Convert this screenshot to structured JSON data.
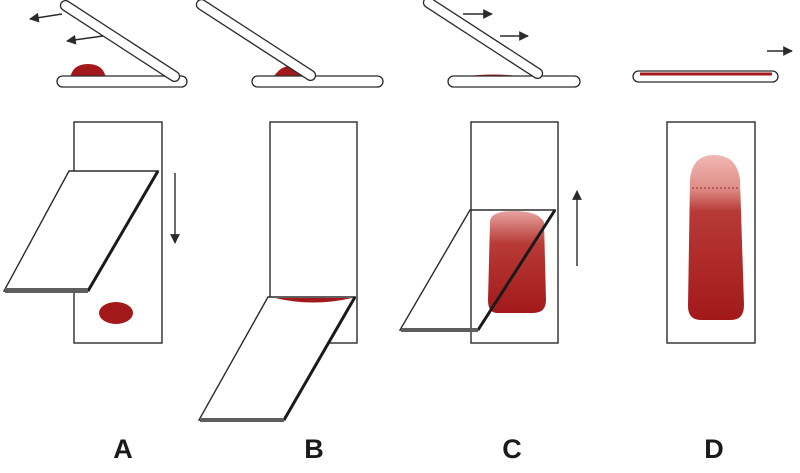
{
  "panels": [
    {
      "label": "A"
    },
    {
      "label": "B"
    },
    {
      "label": "C"
    },
    {
      "label": "D"
    }
  ],
  "colors": {
    "outline": "#2b2b2b",
    "blood": "#a3191b",
    "blood_light": "#e6a4a0",
    "spreader_edge": "#555555",
    "background": "#ffffff"
  },
  "icons": {
    "arrow": "arrow-icon",
    "blood_drop": "blood-drop-icon"
  }
}
